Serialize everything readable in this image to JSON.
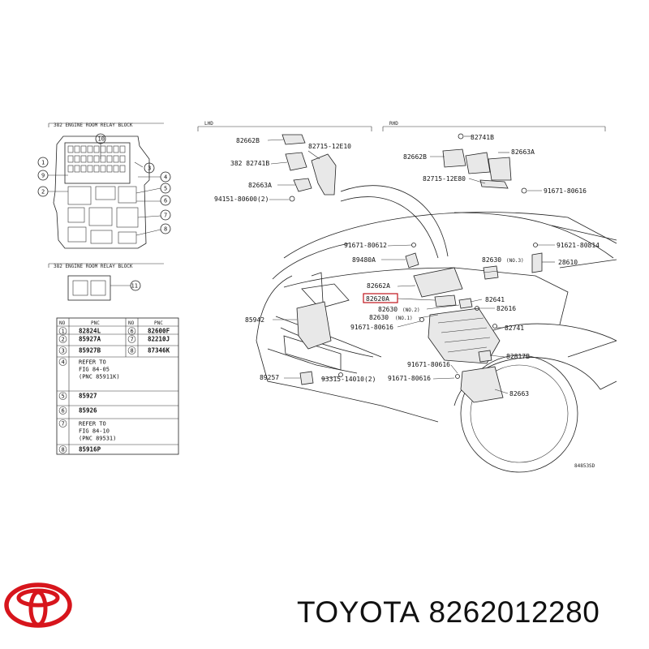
{
  "sections": {
    "engine_room_relay_block_title": "382 ENGINE ROOM RELAY BLOCK",
    "engine_room_relay_block_2_title": "382 ENGINE ROOM RELAY BLOCK",
    "lhd": "LHD",
    "rhd": "RHD"
  },
  "relay_block_callouts": [
    "10",
    "9",
    "1",
    "3",
    "2",
    "4",
    "5",
    "6",
    "7",
    "8",
    "11"
  ],
  "parts_table": {
    "headers": [
      "NO",
      "PNC",
      "NO",
      "PNC"
    ],
    "rows": [
      {
        "no": "1",
        "pnc": "82824L",
        "no2": "6",
        "pnc2": "82600F"
      },
      {
        "no": "2",
        "pnc": "85927A",
        "no2": "7",
        "pnc2": "82210J"
      },
      {
        "no": "3",
        "pnc": "85927B",
        "no2": "8",
        "pnc2": "87346K"
      },
      {
        "no": "4",
        "pnc": "REFER TO\nFIG 84-05\n(PNC 85911K)",
        "no2": "",
        "pnc2": ""
      },
      {
        "no": "5",
        "pnc": "85927",
        "no2": "",
        "pnc2": ""
      },
      {
        "no": "6",
        "pnc": "85926",
        "no2": "",
        "pnc2": ""
      },
      {
        "no": "7",
        "pnc": "REFER TO\nFIG 84-10\n(PNC 89531)",
        "no2": "",
        "pnc2": ""
      },
      {
        "no": "8",
        "pnc": "85916P",
        "no2": "",
        "pnc2": ""
      }
    ]
  },
  "lhd_labels": {
    "l82662B": "82662B",
    "l82715_12E10": "82715-12E10",
    "l82741B": "382 82741B",
    "l82663A": "82663A",
    "l94151": "94151-80600(2)"
  },
  "rhd_labels": {
    "l82741B": "82741B",
    "l82662B": "82662B",
    "l82663A": "82663A",
    "l82715_12E80": "82715-12E80",
    "l91671": "91671-80616"
  },
  "main_labels": {
    "l91671_80612": "91671-80612",
    "l91621_80814": "91621-80814",
    "l89480A": "89480A",
    "l82630_no3": "82630",
    "l_no3": "(NO.3)",
    "l28610": "28610",
    "l82662A": "82662A",
    "l82620A": "82620A",
    "l82641": "82641",
    "l82630_no2": "82630",
    "l_no2": "(NO.2)",
    "l82616": "82616",
    "l82630_no1": "82630",
    "l_no1": "(NO.1)",
    "l85942": "85942",
    "l91671_80616_a": "91671-80616",
    "l82741": "82741",
    "l91671_80616_b": "91671-80616",
    "l82817B": "82817B",
    "l89257": "89257",
    "l93315": "93315-14010(2)",
    "l91671_80616_c": "91671-80616",
    "l82663": "82663",
    "figure_code": "84853SD"
  },
  "brand": {
    "name": "TOYOTA",
    "part_number": "8262012280",
    "logo": "toyota-emblem-icon",
    "logo_color": "#d7151c"
  }
}
